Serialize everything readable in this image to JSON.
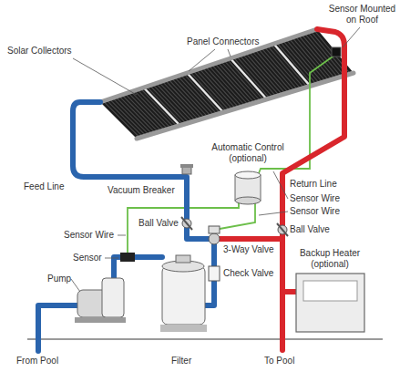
{
  "diagram": {
    "labels": [
      "Panel Connectors",
      "Sensor Mounted on Roof",
      "Solar Collectors",
      "Automatic Control (optional)",
      "Feed Line",
      "Vacuum Breaker",
      "Return Line",
      "Sensor Wire",
      "Sensor Wire",
      "Ball Valve",
      "Ball Valve",
      "Sensor Wire",
      "3-Way Valve",
      "Backup Heater (optional)",
      "Sensor",
      "Check Valve",
      "Pump",
      "From Pool",
      "Filter",
      "To Pool"
    ]
  }
}
